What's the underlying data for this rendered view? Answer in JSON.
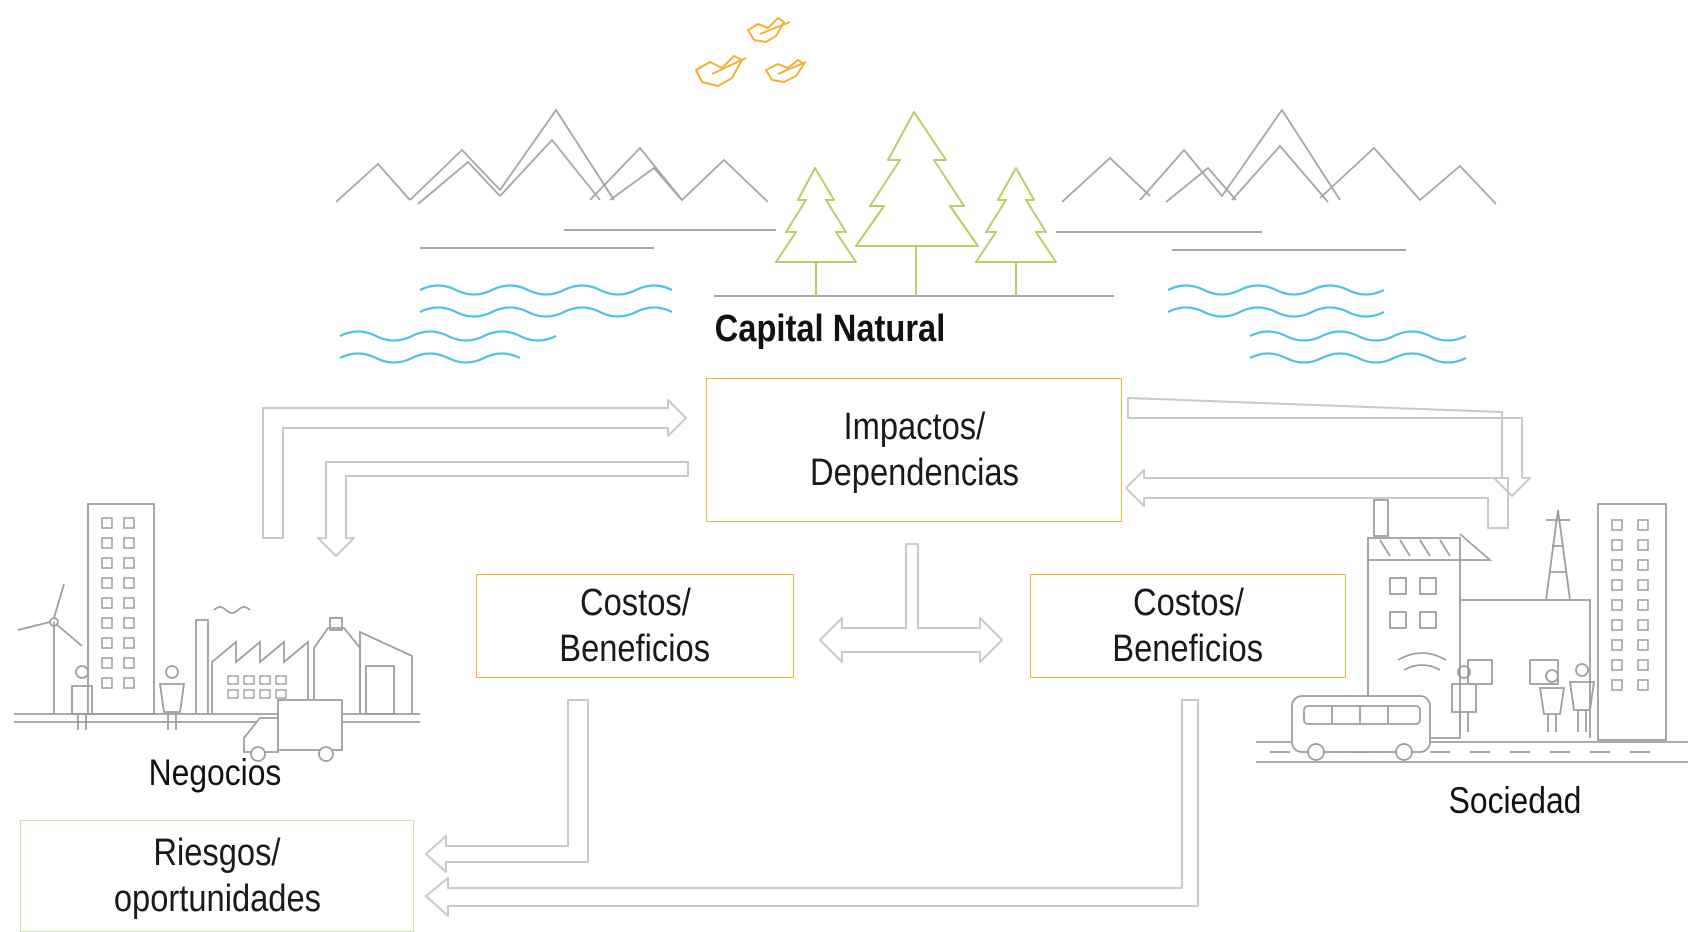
{
  "diagram": {
    "title": "Capital Natural",
    "nodes": {
      "impacts": {
        "lines": [
          "Impactos/",
          "Dependencias"
        ]
      },
      "costs_left": {
        "lines": [
          "Costos/",
          "Beneficios"
        ]
      },
      "costs_right": {
        "lines": [
          "Costos/",
          "Beneficios"
        ]
      },
      "risks": {
        "lines": [
          "Riesgos/",
          "oportunidades"
        ]
      }
    },
    "actors": {
      "business": "Negocios",
      "society": "Sociedad"
    },
    "flows": [
      {
        "from": "business",
        "to": "impacts"
      },
      {
        "from": "impacts",
        "to": "business"
      },
      {
        "from": "impacts",
        "to": "society"
      },
      {
        "from": "society",
        "to": "impacts"
      },
      {
        "from": "impacts",
        "to": "costs_left"
      },
      {
        "from": "impacts",
        "to": "costs_right"
      },
      {
        "from": "costs_left",
        "to": "risks"
      },
      {
        "from": "costs_right",
        "to": "risks"
      }
    ],
    "colors": {
      "box_border": "#f2b134",
      "risks_border": "#cfe3a5",
      "mountains": "#9e9e9e",
      "trees": "#b5cf6a",
      "water": "#4fc3e6",
      "birds": "#f2b134",
      "arrows": "#c9c9c9",
      "city": "#9e9e9e"
    }
  }
}
